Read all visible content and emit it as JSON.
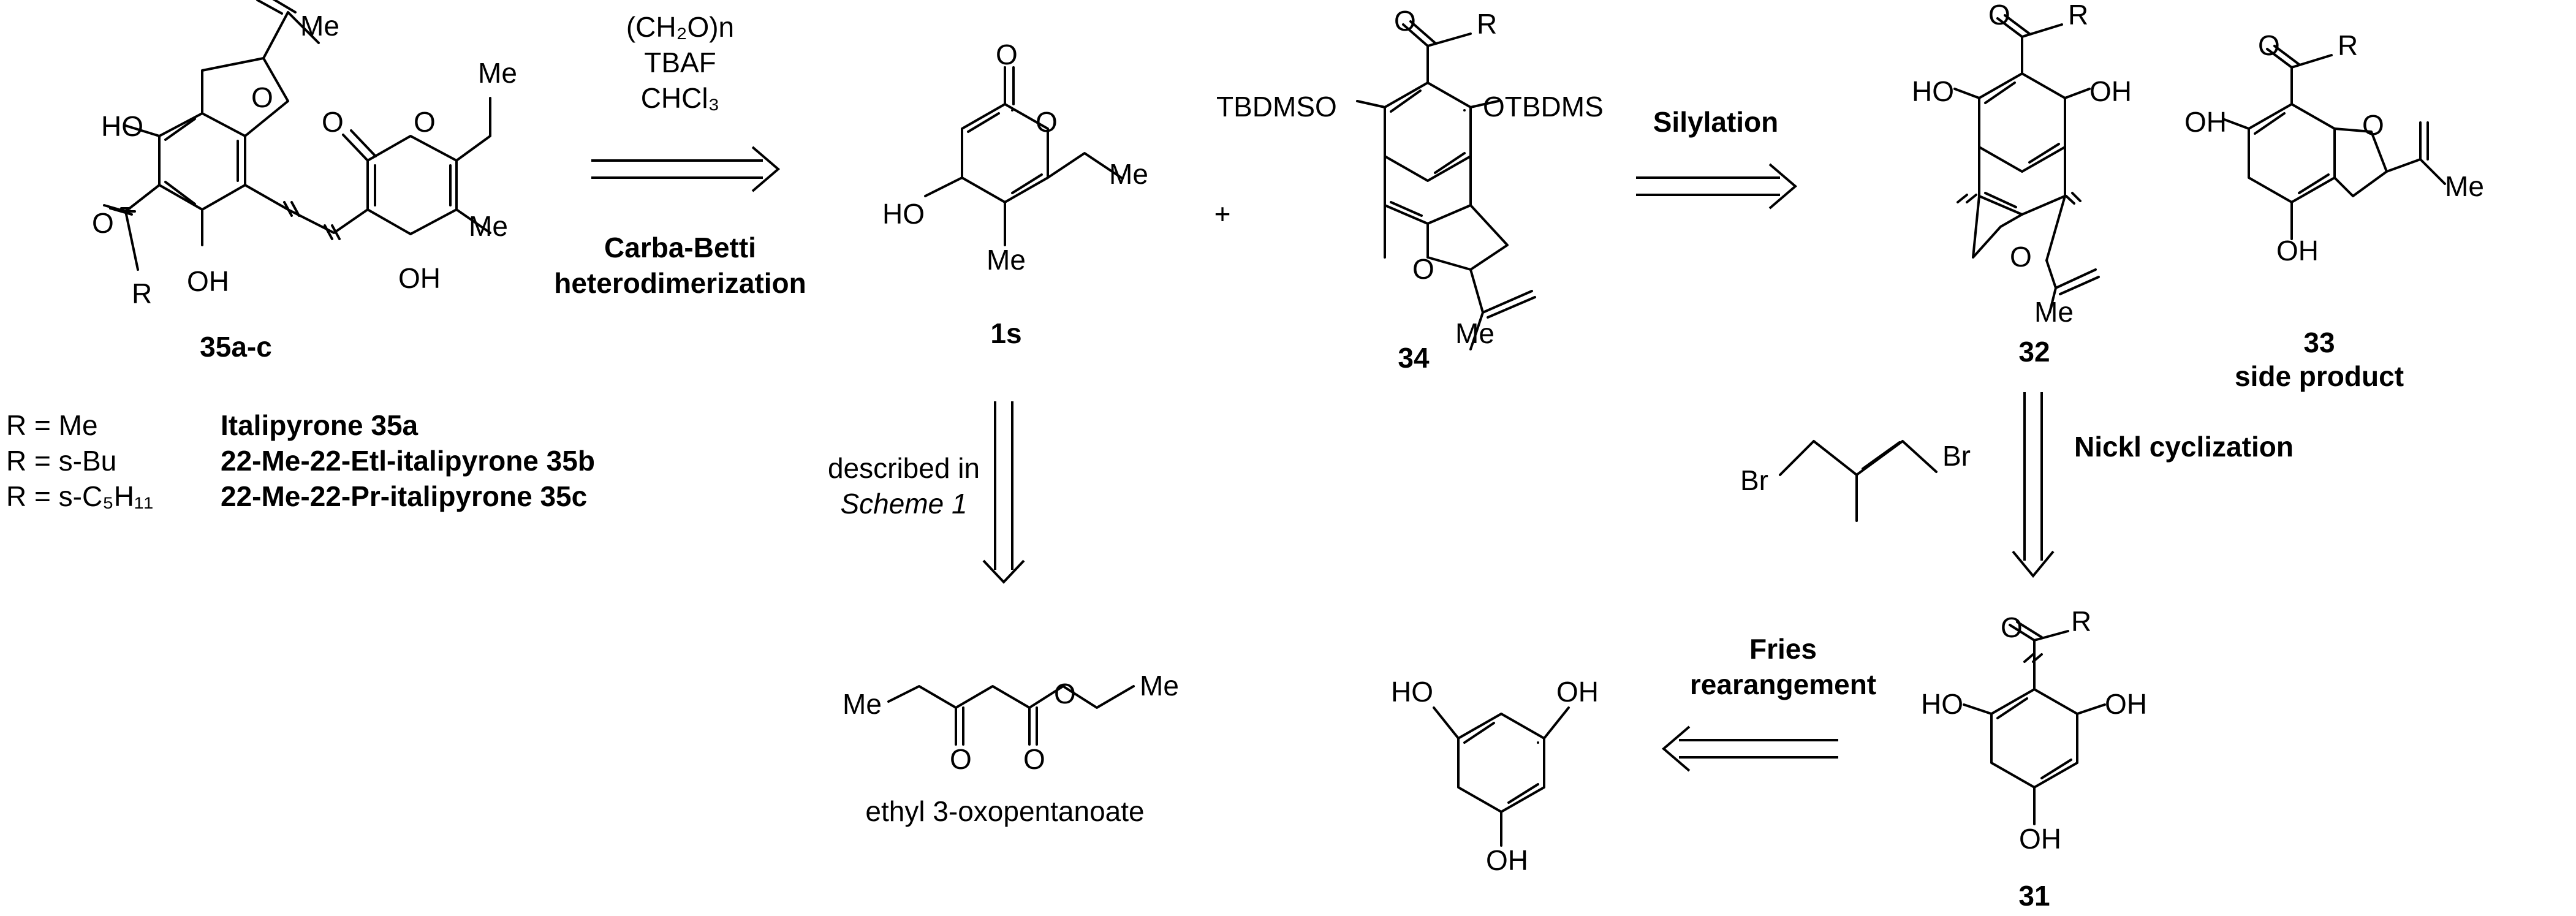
{
  "step1": {
    "reagent1": "(CH₂O)n",
    "reagent2": "TBAF",
    "reagent3": "CHCl₃",
    "name_line1": "Carba-Betti",
    "name_line2": "heterodimerization"
  },
  "plus": "+",
  "step_silylation": "Silylation",
  "step_nickl": "Nickl cyclization",
  "step_fries_line1": "Fries",
  "step_fries_line2": "rearangement",
  "described_line1": "described in",
  "described_line2": "Scheme 1",
  "compounds": {
    "c35": "35a-c",
    "c1s": "1s",
    "c34": "34",
    "c32": "32",
    "c33": "33",
    "c33_note": "side product",
    "c31": "31",
    "ester_name": "ethyl 3-oxopentanoate"
  },
  "r_groups": [
    {
      "r": "R = Me",
      "name": "Italipyrone 35a"
    },
    {
      "r": "R = s-Bu",
      "name": "22-Me-22-Etl-italipyrone 35b"
    },
    {
      "r": "R = s-C₅H₁₁",
      "name": "22-Me-22-Pr-italipyrone 35c"
    }
  ],
  "atoms": {
    "me": "Me",
    "o": "O",
    "oh": "OH",
    "ho": "HO",
    "r": "R",
    "br": "Br",
    "otbdms": "OTBDMS",
    "tbdmso": "TBDMSO"
  }
}
